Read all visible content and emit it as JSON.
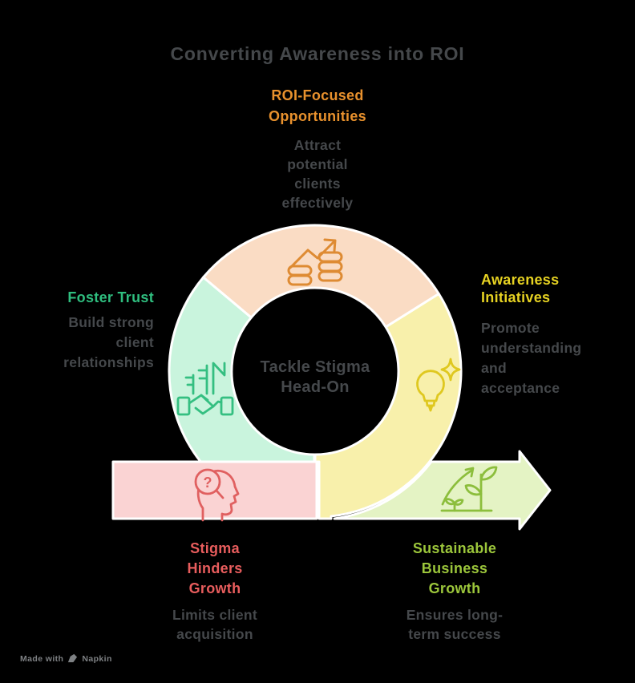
{
  "title": "Converting Awareness into ROI",
  "center": {
    "label": "Tackle Stigma\nHead-On"
  },
  "sections": {
    "roi": {
      "title": "ROI-Focused\nOpportunities",
      "desc": "Attract\npotential\nclients\neffectively",
      "label_color": "#E8912D",
      "fill": "#FADCC4",
      "stroke": "#DE8B33",
      "icon": "growth-chart-coins-icon"
    },
    "awareness": {
      "title": "Awareness\nInitiatives",
      "desc": "Promote\nunderstanding\nand\nacceptance",
      "label_color": "#E6D222",
      "fill": "#F8F0AB",
      "stroke": "#DFC81F",
      "icon": "lightbulb-sparkle-icon"
    },
    "trust": {
      "title": "Foster Trust",
      "desc": "Build strong\nclient\nrelationships",
      "label_color": "#2FBE7F",
      "fill": "#C9F4DD",
      "stroke": "#34BF81",
      "icon": "handshake-buildings-icon"
    },
    "stigma": {
      "title": "Stigma\nHinders\nGrowth",
      "desc": "Limits client\nacquisition",
      "label_color": "#E85D5D",
      "fill": "#FAD3D3",
      "stroke": "#E06060",
      "icon": "head-question-icon"
    },
    "growth": {
      "title": "Sustainable\nBusiness\nGrowth",
      "desc": "Ensures long-\nterm success",
      "label_color": "#9CC63B",
      "fill": "#E4F3C4",
      "stroke": "#8CBE3C",
      "icon": "sprout-growth-arrow-icon"
    }
  },
  "icon_glyphs": {
    "question": "?"
  },
  "footer": {
    "made_with": "Made with",
    "brand": "Napkin"
  },
  "colors": {
    "background": "#000000",
    "text": "#45484B",
    "separator": "#FFFFFF",
    "footer_text": "#7E8184"
  }
}
